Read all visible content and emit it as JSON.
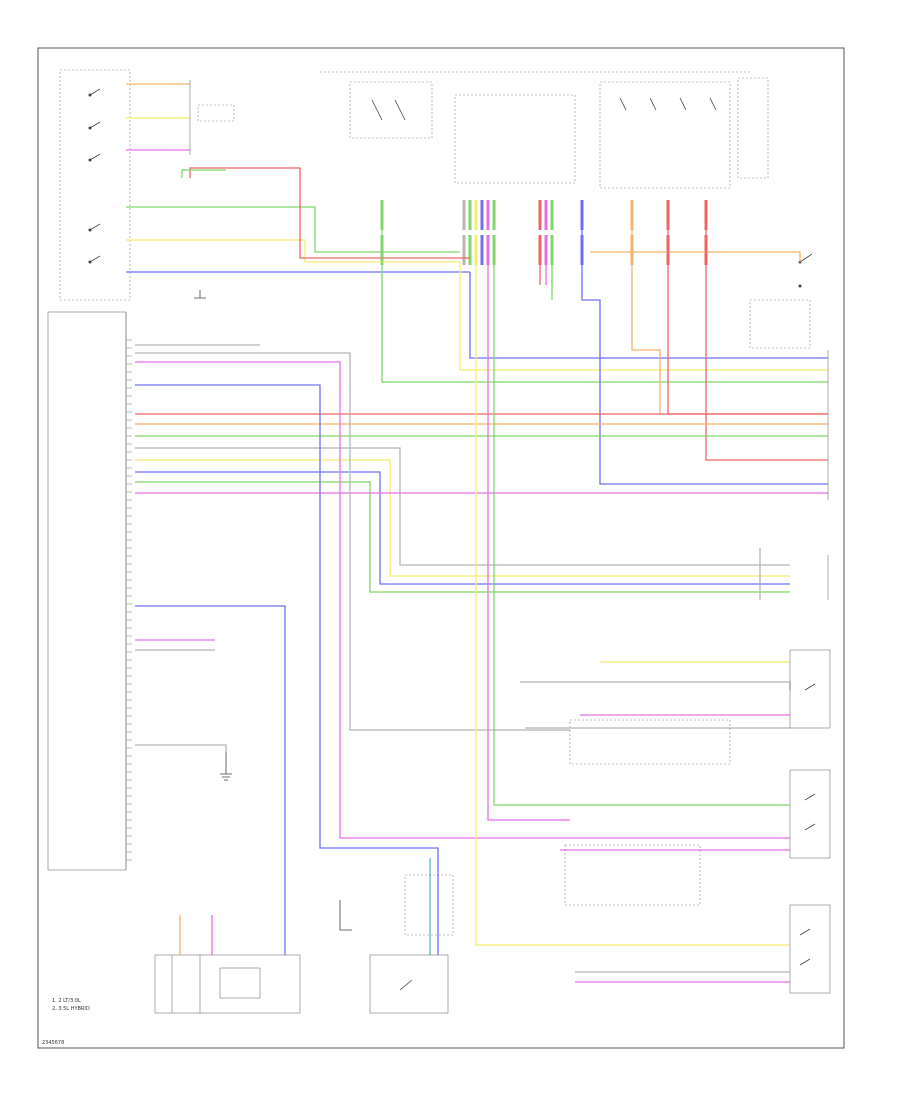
{
  "diagram": {
    "legend_items": [
      {
        "label": "1. 2 LT/3.0L"
      },
      {
        "label": "2. 3.5L HYBRID"
      }
    ],
    "figure_id": "2345678",
    "colors": {
      "green": "#7fd86a",
      "yellow": "#f4ee6e",
      "blue": "#6f6ff5",
      "red": "#ef6464",
      "magenta": "#e86fe8",
      "orange": "#f2b36b",
      "teal": "#5fb9c9",
      "gray": "#b5b5b5",
      "dark_red": "#d84a4a"
    }
  }
}
